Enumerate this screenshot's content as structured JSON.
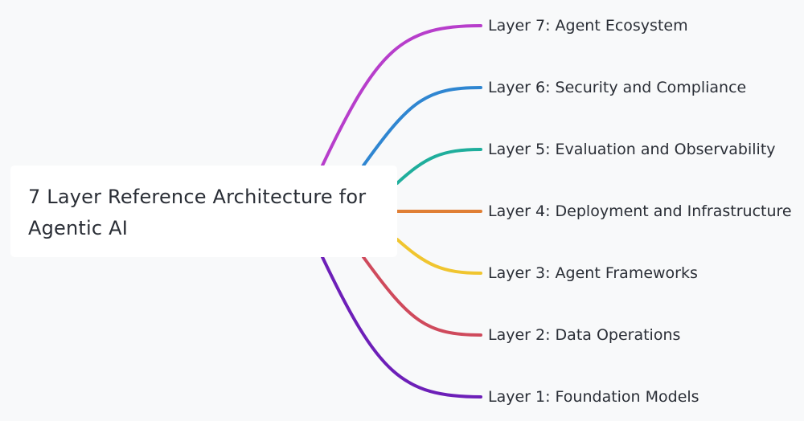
{
  "root": {
    "title": "7 Layer Reference Architecture for Agentic AI"
  },
  "layers": [
    {
      "label": "Layer 7: Agent Ecosystem",
      "color": "#b73ecb"
    },
    {
      "label": "Layer 6: Security and Compliance",
      "color": "#2f86d1"
    },
    {
      "label": "Layer 5: Evaluation and Observability",
      "color": "#1fae9c"
    },
    {
      "label": "Layer 4: Deployment and Infrastructure",
      "color": "#e07f35"
    },
    {
      "label": "Layer 3: Agent Frameworks",
      "color": "#f0c52f"
    },
    {
      "label": "Layer 2: Data Operations",
      "color": "#cf4a5c"
    },
    {
      "label": "Layer 1: Foundation Models",
      "color": "#6d1fb8"
    }
  ]
}
